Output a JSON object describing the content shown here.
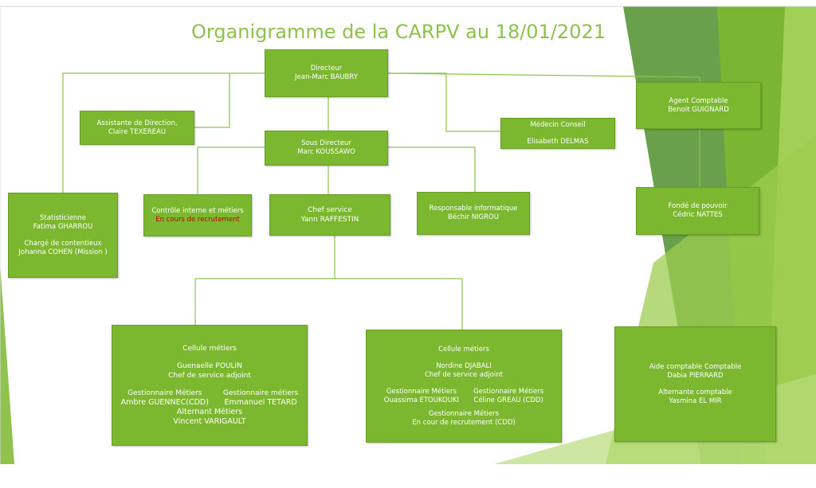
{
  "title": "Organigramme de la CARPV au 18/01/2021",
  "colors": {
    "box_fill": "#7cb82f",
    "title": "#8bc34a",
    "connector": "#8bc34a",
    "highlight_text": "#c00000"
  },
  "nodes": {
    "directeur": {
      "role": "Directeur",
      "name": "Jean-Marc BAUBRY"
    },
    "assistante": {
      "role": "Assistante de Direction,",
      "name": "Claire TEXEREAU"
    },
    "sous_directeur": {
      "role": "Sous Directeur",
      "name": "Marc KOUSSAWO"
    },
    "medecin": {
      "role": "Médecin Conseil",
      "name": "Elisabeth DELMAS"
    },
    "agent_comptable": {
      "role": "Agent Comptable",
      "name": "Benoit GUIGNARD"
    },
    "statisticienne": {
      "role": "Statisticienne",
      "name": "Fatima GHARROU",
      "role2": "Chargé de contentieux",
      "name2": "Johanna COHEN (Mission )"
    },
    "controle": {
      "role": "Contrôle interne et métiers",
      "status": "En cours de recrutement"
    },
    "chef_service": {
      "role": "Chef service",
      "name": "Yann RAFFESTIN"
    },
    "informatique": {
      "role": "Responsable informatique",
      "name": "Béchir NIGROU"
    },
    "fonde": {
      "role": "Fondé de pouvoir",
      "name": "Cédric NATTES"
    },
    "cellule1": {
      "title": "Cellule métiers",
      "name": "Guenaelle POULIN",
      "role": "Chef de service adjoint",
      "left_role": "Gestionnaire  Métiers",
      "left_name": "Ambre GUENNEC(CDD)",
      "right_role": "Gestionnaire métiers",
      "right_name": "Emmanuel TETARD",
      "alt_role": "Alternant Métiers",
      "alt_name": "Vincent VARIGAULT"
    },
    "cellule2": {
      "title": "Cellule métiers",
      "name": "Nordine DJABALI",
      "role": "Chef de service adjoint",
      "left_role": "Gestionnaire Métiers",
      "left_name": "Ouassima ETOUKOUKI",
      "right_role": "Gestionnaire  Métiers",
      "right_name": "Céline GREAU (CDD)",
      "extra_role": "Gestionnaire Métiers",
      "extra_name": "En cour de recrutement (CDD)"
    },
    "aide_comptable": {
      "role": "Aide comptable Comptable",
      "name": "Dabia PIERRARD",
      "role2": "Alternante comptable",
      "name2": "Yasmina EL MIR"
    }
  }
}
